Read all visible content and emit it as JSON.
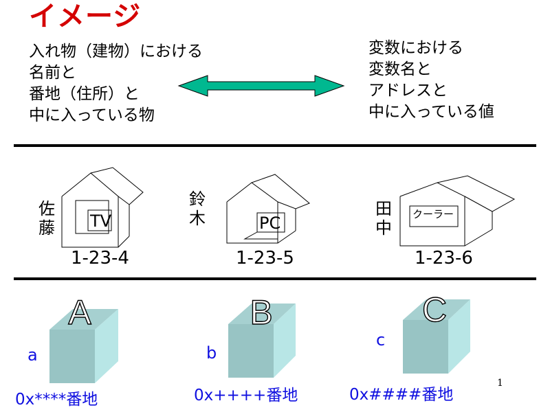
{
  "slide": {
    "title": "イメージ",
    "left_lines": [
      "入れ物（建物）における",
      "名前と",
      "番地（住所）と",
      "中に入っている物"
    ],
    "right_lines": [
      "変数における",
      "変数名と",
      "アドレスと",
      "中に入っている値"
    ],
    "houses": [
      {
        "owner": [
          "佐",
          "藤"
        ],
        "content": "TV",
        "address": "1-23-4"
      },
      {
        "owner": [
          "鈴",
          "木"
        ],
        "content": "PC",
        "address": "1-23-5"
      },
      {
        "owner": [
          "田",
          "中"
        ],
        "content": "クーラー",
        "address": "1-23-6"
      }
    ],
    "boxes": [
      {
        "label": "A",
        "var": "a",
        "address": "0x****番地"
      },
      {
        "label": "B",
        "var": "b",
        "address": "0x++++番地"
      },
      {
        "label": "C",
        "var": "c",
        "address": "0x####番地"
      }
    ],
    "page_number": "1"
  },
  "colors": {
    "title": "#d40000",
    "arrow_fill": "#00b890",
    "box_front": "#98c4c4",
    "box_side": "#b8e6e6",
    "box_top": "#a6d0d0",
    "blue_text": "#1010e0"
  }
}
